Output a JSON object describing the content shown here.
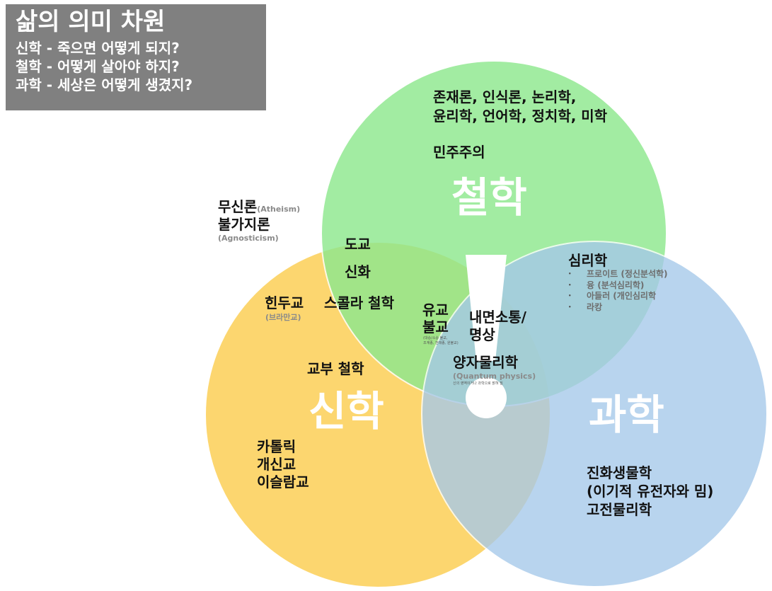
{
  "title": {
    "heading": "삶의 의미 차원",
    "lines": [
      "신학 - 죽으면 어떻게 되지?",
      "철학 - 어떻게 살아야 하지?",
      "과학 - 세상은 어떻게 생겼지?"
    ]
  },
  "circles": {
    "philosophy": {
      "label": "철학",
      "color": "#8ee88e"
    },
    "theology": {
      "label": "신학",
      "color": "#fcd66f"
    },
    "science": {
      "label": "과학",
      "color": "#a5c8ea"
    },
    "exclamation_color": "#ffffff"
  },
  "philosophy": {
    "line1": "존재론, 인식론, 논리학,",
    "line2": "윤리학, 언어학, 정치학, 미학",
    "democracy": "민주주의"
  },
  "outside": {
    "atheism": "무신론",
    "atheism_en": "(Atheism)",
    "agnosticism": "불가지론",
    "agnosticism_en": "(Agnosticism)"
  },
  "theology_philosophy": {
    "taoism": "도교",
    "myth": "신화",
    "scholastic": "스콜라 철학"
  },
  "theology": {
    "hinduism": "힌두교",
    "hinduism_sub": "(브라만교)",
    "patristic": "교부 철학",
    "religions": [
      "카톨릭",
      "개신교",
      "이슬람교"
    ]
  },
  "center": {
    "confucianism": "유교",
    "buddhism": "불교",
    "small_note1": "(대승/소승 불교,",
    "small_note2": "조계종, 천태종, 원불교)",
    "inner": "내면소통/",
    "meditation": "명상",
    "quantum": "양자물리학",
    "quantum_en": "(Quantum physics)",
    "quantum_note": "신의 영역이거나 과학으로 밝혀 질"
  },
  "psychology": {
    "title": "심리학",
    "items": [
      "프로이트 (정신분석학)",
      "융 (분석심리학)",
      "아들러 (개인심리학",
      "라캉"
    ]
  },
  "science": {
    "lines": [
      "진화생물학",
      "(이기적 유전자와 밈)",
      "고전물리학"
    ]
  }
}
